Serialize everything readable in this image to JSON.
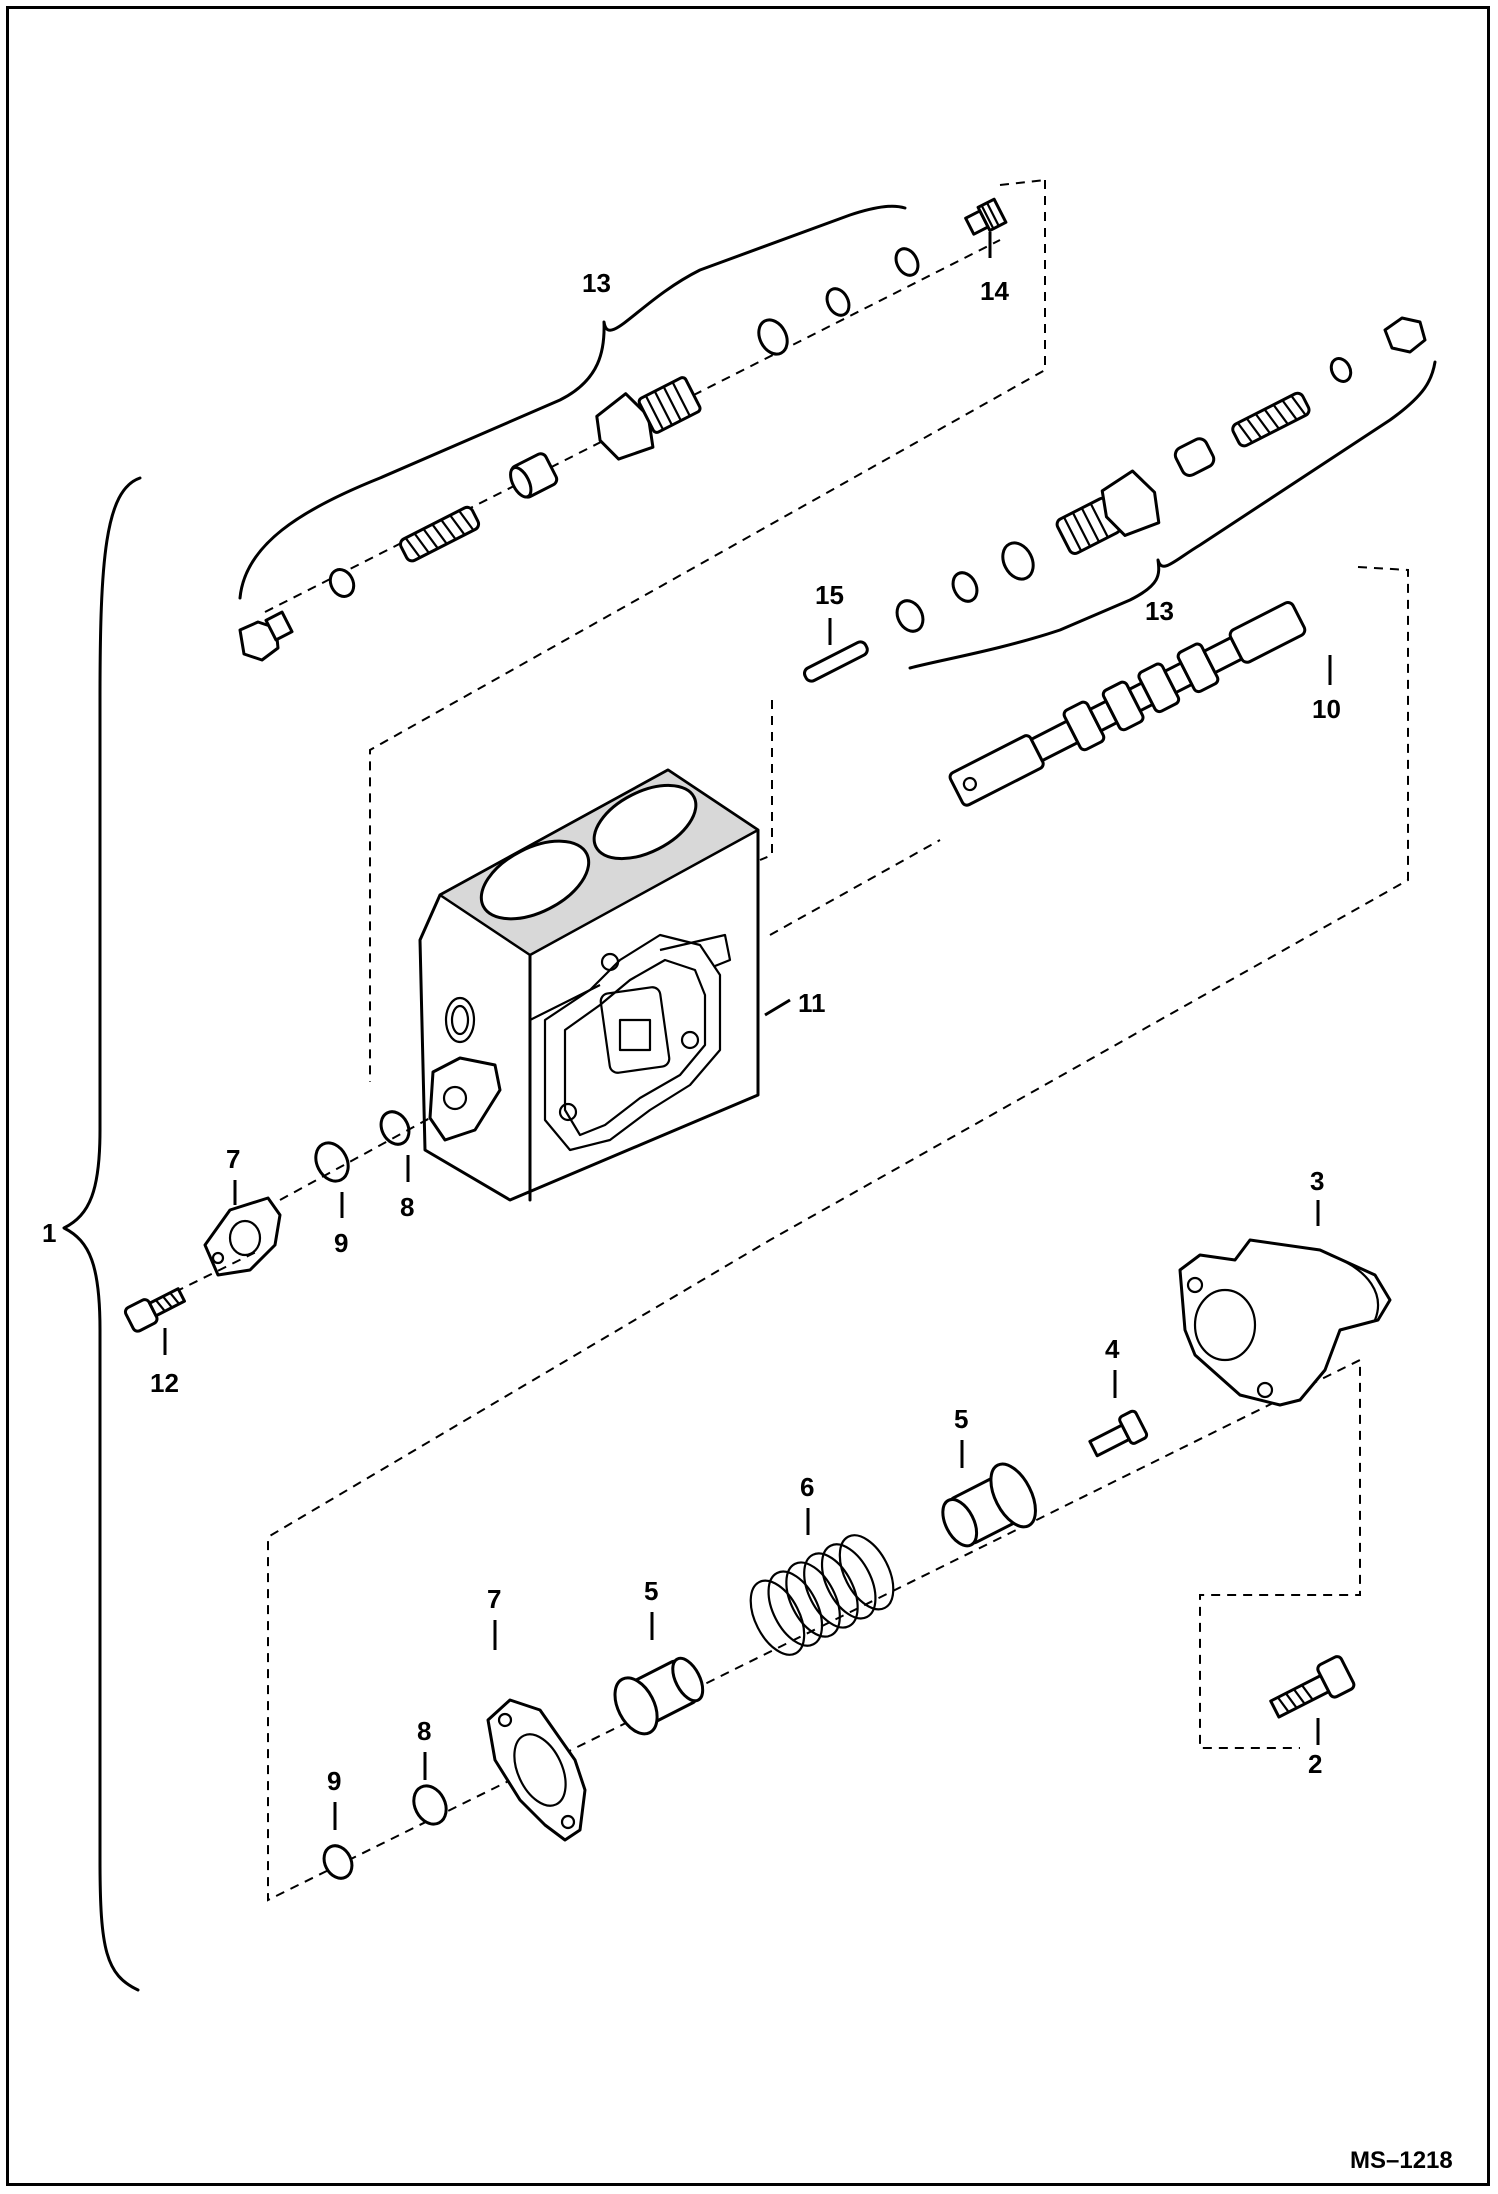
{
  "labels": {
    "l1": "1",
    "l2": "2",
    "l3": "3",
    "l4": "4",
    "l5a": "5",
    "l5b": "5",
    "l6": "6",
    "l7a": "7",
    "l7b": "7",
    "l8a": "8",
    "l8b": "8",
    "l9a": "9",
    "l9b": "9",
    "l10": "10",
    "l11": "11",
    "l12": "12",
    "l13a": "13",
    "l13b": "13",
    "l14": "14",
    "l15": "15"
  },
  "drawing_code": "MS–1218"
}
